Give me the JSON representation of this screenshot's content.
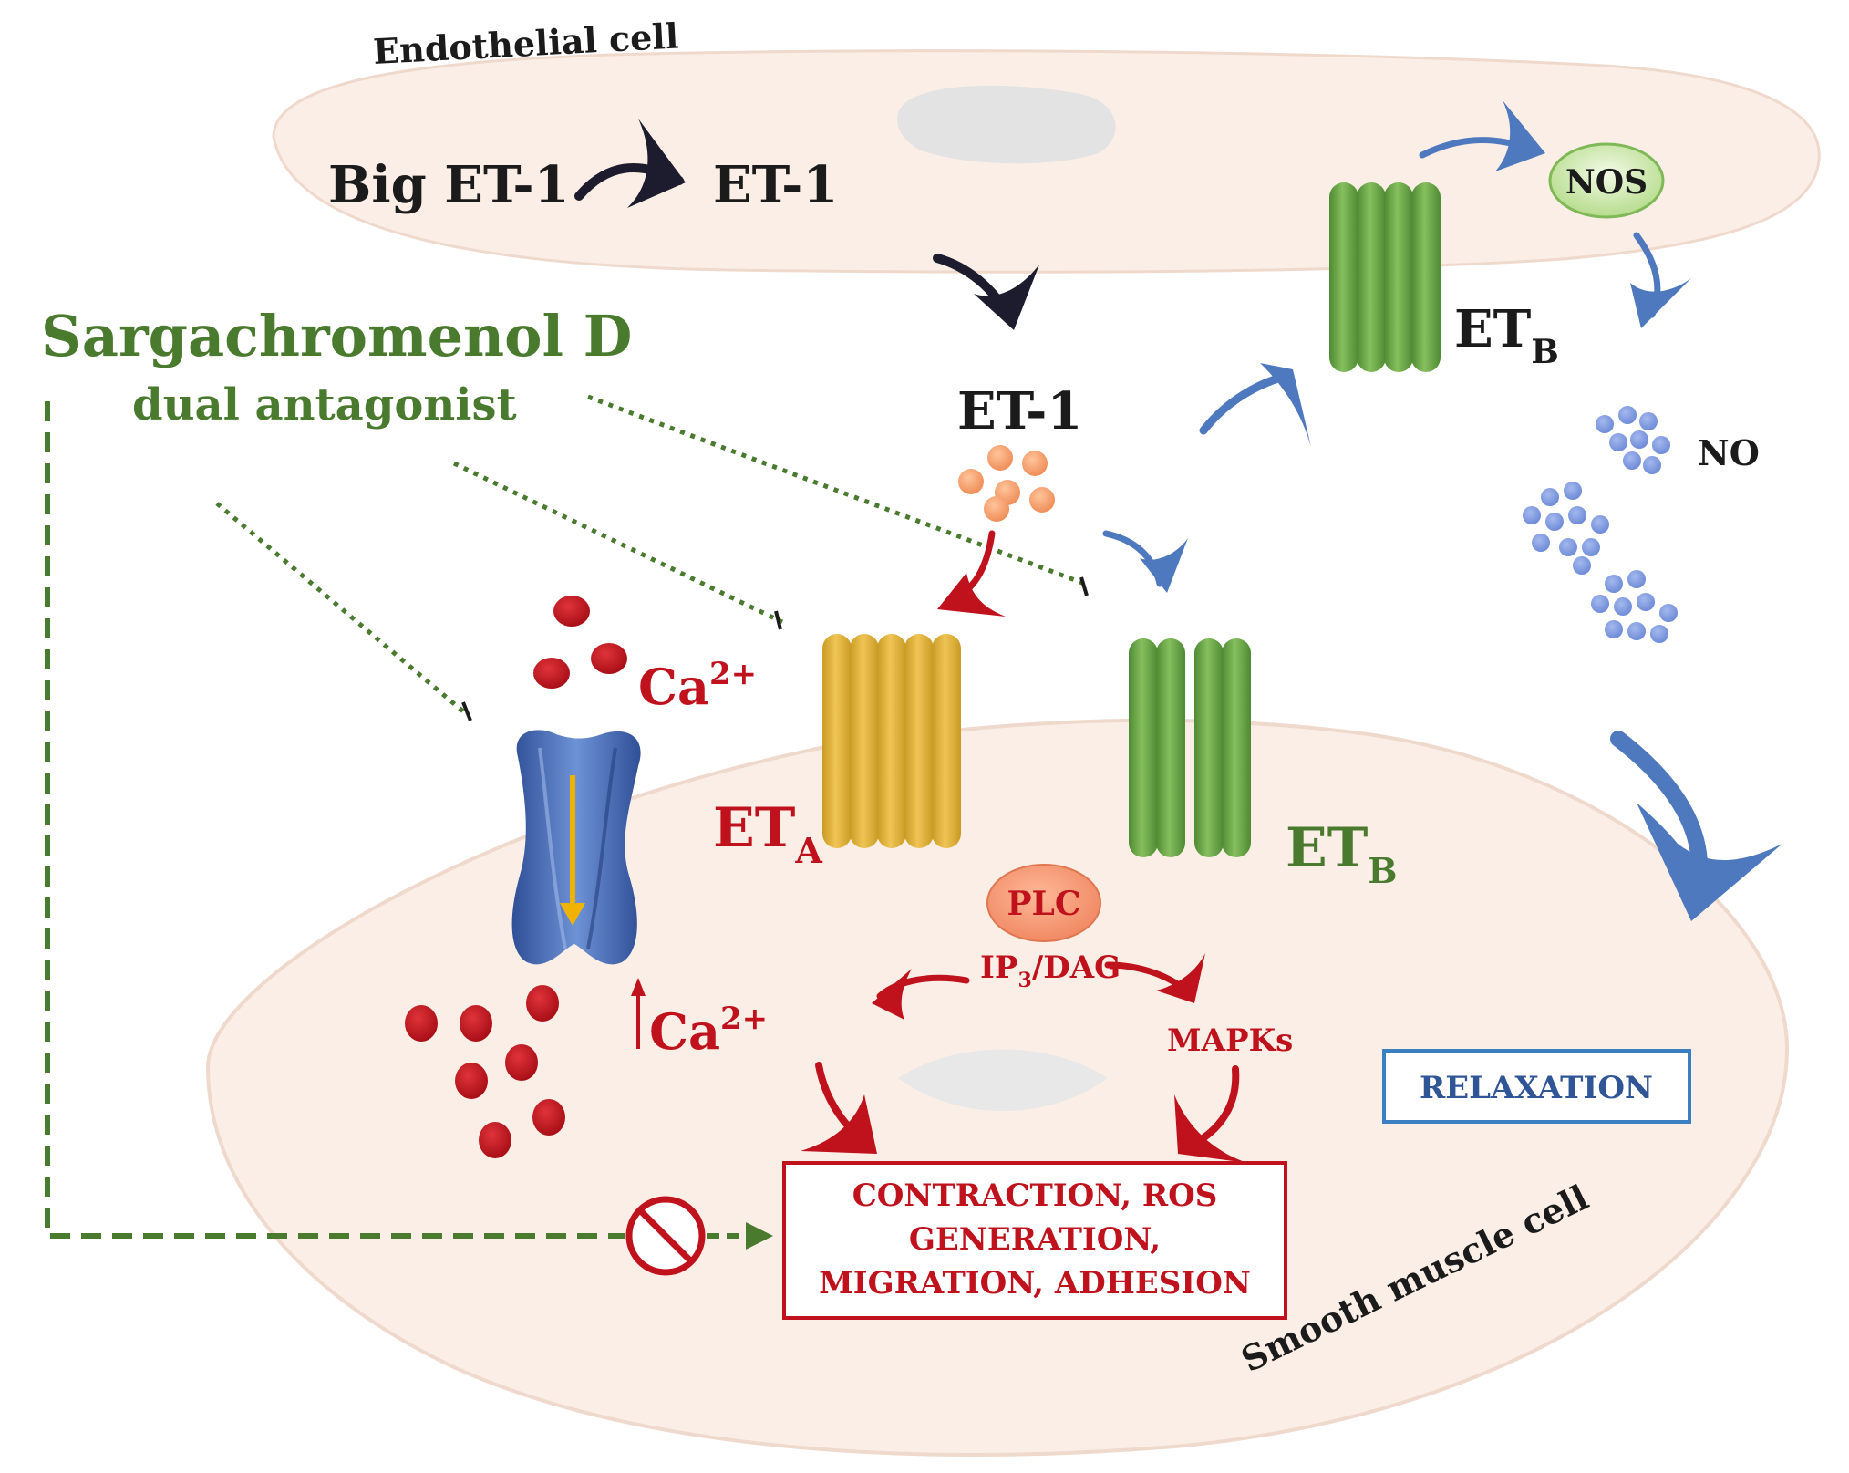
{
  "cells": {
    "endothelial_label": "Endothelial cell",
    "smooth_muscle_label": "Smooth muscle cell"
  },
  "compound": {
    "name": "Sargachromenol D",
    "role": "dual antagonist"
  },
  "molecules": {
    "big_et1": "Big ET-1",
    "et1_top": "ET-1",
    "et1_mid": "ET-1",
    "nos": "NOS",
    "no": "NO",
    "plc": "PLC",
    "ip3_dag_a": "IP",
    "ip3_dag_sub": "3",
    "ip3_dag_b": "/DAG",
    "mapks": "MAPKs",
    "ca_top_base": "Ca",
    "ca_top_sup": "2+",
    "ca_low_base": "Ca",
    "ca_low_sup": "2+"
  },
  "receptors": {
    "etb_endo_base": "ET",
    "etb_endo_sub": "B",
    "eta_base": "ET",
    "eta_sub": "A",
    "etb_smc_base": "ET",
    "etb_smc_sub": "B"
  },
  "outcomes": {
    "contraction_line1": "CONTRACTION, ROS",
    "contraction_line2": "GENERATION,",
    "contraction_line3": "MIGRATION, ADHESION",
    "relaxation": "RELAXATION"
  },
  "colors": {
    "green_text": "#4a7a2e",
    "red_text": "#c0121c",
    "blue_arrow": "#4f79bf",
    "dark_arrow": "#1c1c2e",
    "cell_fill": "#fbeee6",
    "eta_yellow": "#e3b23c",
    "etb_green": "#6ea84a"
  }
}
